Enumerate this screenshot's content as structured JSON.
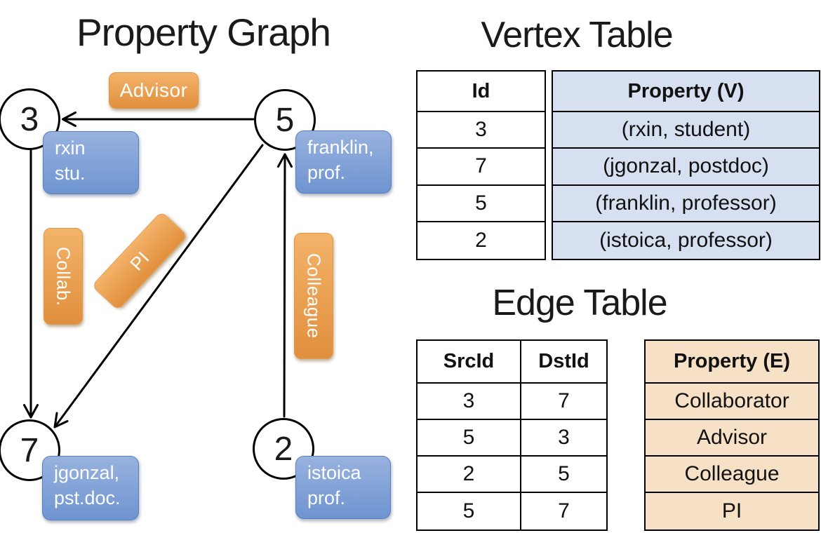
{
  "titles": {
    "property_graph": "Property Graph",
    "vertex_table": "Vertex Table",
    "edge_table": "Edge Table"
  },
  "graph": {
    "nodes": {
      "n3": {
        "id": "3",
        "prop_line1": "rxin",
        "prop_line2": "stu."
      },
      "n5": {
        "id": "5",
        "prop_line1": "franklin,",
        "prop_line2": "prof."
      },
      "n7": {
        "id": "7",
        "prop_line1": "jgonzal,",
        "prop_line2": "pst.doc."
      },
      "n2": {
        "id": "2",
        "prop_line1": "istoica",
        "prop_line2": "prof."
      }
    },
    "edge_labels": {
      "advisor": "Advisor",
      "collab": "Collab.",
      "pi": "PI",
      "colleague": "Colleague"
    },
    "edges": [
      {
        "src": "5",
        "dst": "3",
        "label": "Advisor"
      },
      {
        "src": "3",
        "dst": "7",
        "label": "Collab."
      },
      {
        "src": "5",
        "dst": "7",
        "label": "PI"
      },
      {
        "src": "2",
        "dst": "5",
        "label": "Colleague"
      }
    ]
  },
  "vertex_table": {
    "headers": {
      "id": "Id",
      "property": "Property (V)"
    },
    "rows": [
      {
        "id": "3",
        "property": "(rxin, student)"
      },
      {
        "id": "7",
        "property": "(jgonzal, postdoc)"
      },
      {
        "id": "5",
        "property": "(franklin, professor)"
      },
      {
        "id": "2",
        "property": "(istoica, professor)"
      }
    ]
  },
  "edge_table": {
    "headers": {
      "src": "SrcId",
      "dst": "DstId",
      "property": "Property (E)"
    },
    "rows": [
      {
        "src": "3",
        "dst": "7",
        "property": "Collaborator"
      },
      {
        "src": "5",
        "dst": "3",
        "property": "Advisor"
      },
      {
        "src": "2",
        "dst": "5",
        "property": "Colleague"
      },
      {
        "src": "5",
        "dst": "7",
        "property": "PI"
      }
    ]
  },
  "colors": {
    "edge_label_orange_top": "#F3B369",
    "edge_label_orange_bottom": "#E18F3D",
    "vertex_label_blue_top": "#98B2DF",
    "vertex_label_blue_bottom": "#6E94D0",
    "vertex_table_cell_bg": "#D6E0F1",
    "edge_table_cell_bg": "#F6E1C7",
    "line_color": "#000000"
  }
}
